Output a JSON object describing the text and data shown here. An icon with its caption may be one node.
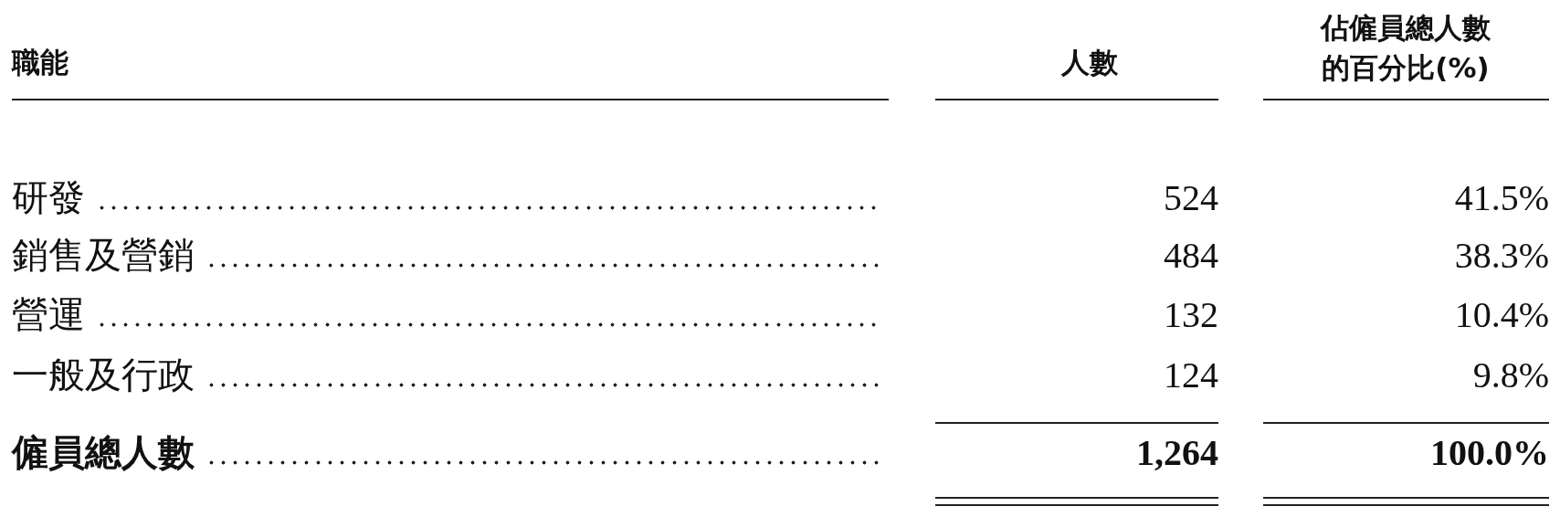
{
  "diagram": {
    "labels": [
      "職能",
      "人數",
      "佔僱員總人數的百分比(%)",
      "研發",
      "524",
      "41.5%",
      "銷售及營銷",
      "484",
      "38.3%",
      "營運",
      "132",
      "10.4%",
      "一般及行政",
      "124",
      "9.8%",
      "僱員總人數",
      "1,264",
      "100.0%"
    ]
  }
}
